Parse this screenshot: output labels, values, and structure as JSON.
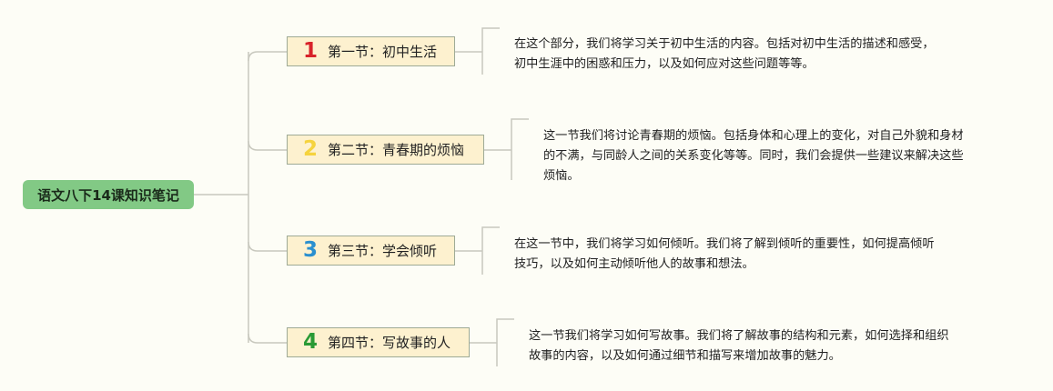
{
  "root": {
    "title": "语文八下14课知识笔记"
  },
  "colors": {
    "root_bg": "#82c985",
    "topic_bg": "#fdf1cf",
    "line": "#c8c8be"
  },
  "topics": [
    {
      "number": "1",
      "number_color": "#d8232a",
      "label": "第一节：初中生活",
      "description": "在这个部分，我们将学习关于初中生活的内容。包括对初中生活的描述和感受，\n初中生涯中的困惑和压力，以及如何应对这些问题等等。"
    },
    {
      "number": "2",
      "number_color": "#f5d33e",
      "label": "第二节：青春期的烦恼",
      "description": "这一节我们将讨论青春期的烦恼。包括身体和心理上的变化，对自己外貌和身材\n的不满，与同龄人之间的关系变化等等。同时，我们会提供一些建议来解决这些\n烦恼。"
    },
    {
      "number": "3",
      "number_color": "#2a8fcf",
      "label": "第三节：学会倾听",
      "description": "在这一节中，我们将学习如何倾听。我们将了解到倾听的重要性，如何提高倾听\n技巧，以及如何主动倾听他人的故事和想法。"
    },
    {
      "number": "4",
      "number_color": "#2a9a35",
      "label": "第四节：写故事的人",
      "description": "这一节我们将学习如何写故事。我们将了解故事的结构和元素，如何选择和组织\n故事的内容，以及如何通过细节和描写来增加故事的魅力。"
    }
  ]
}
